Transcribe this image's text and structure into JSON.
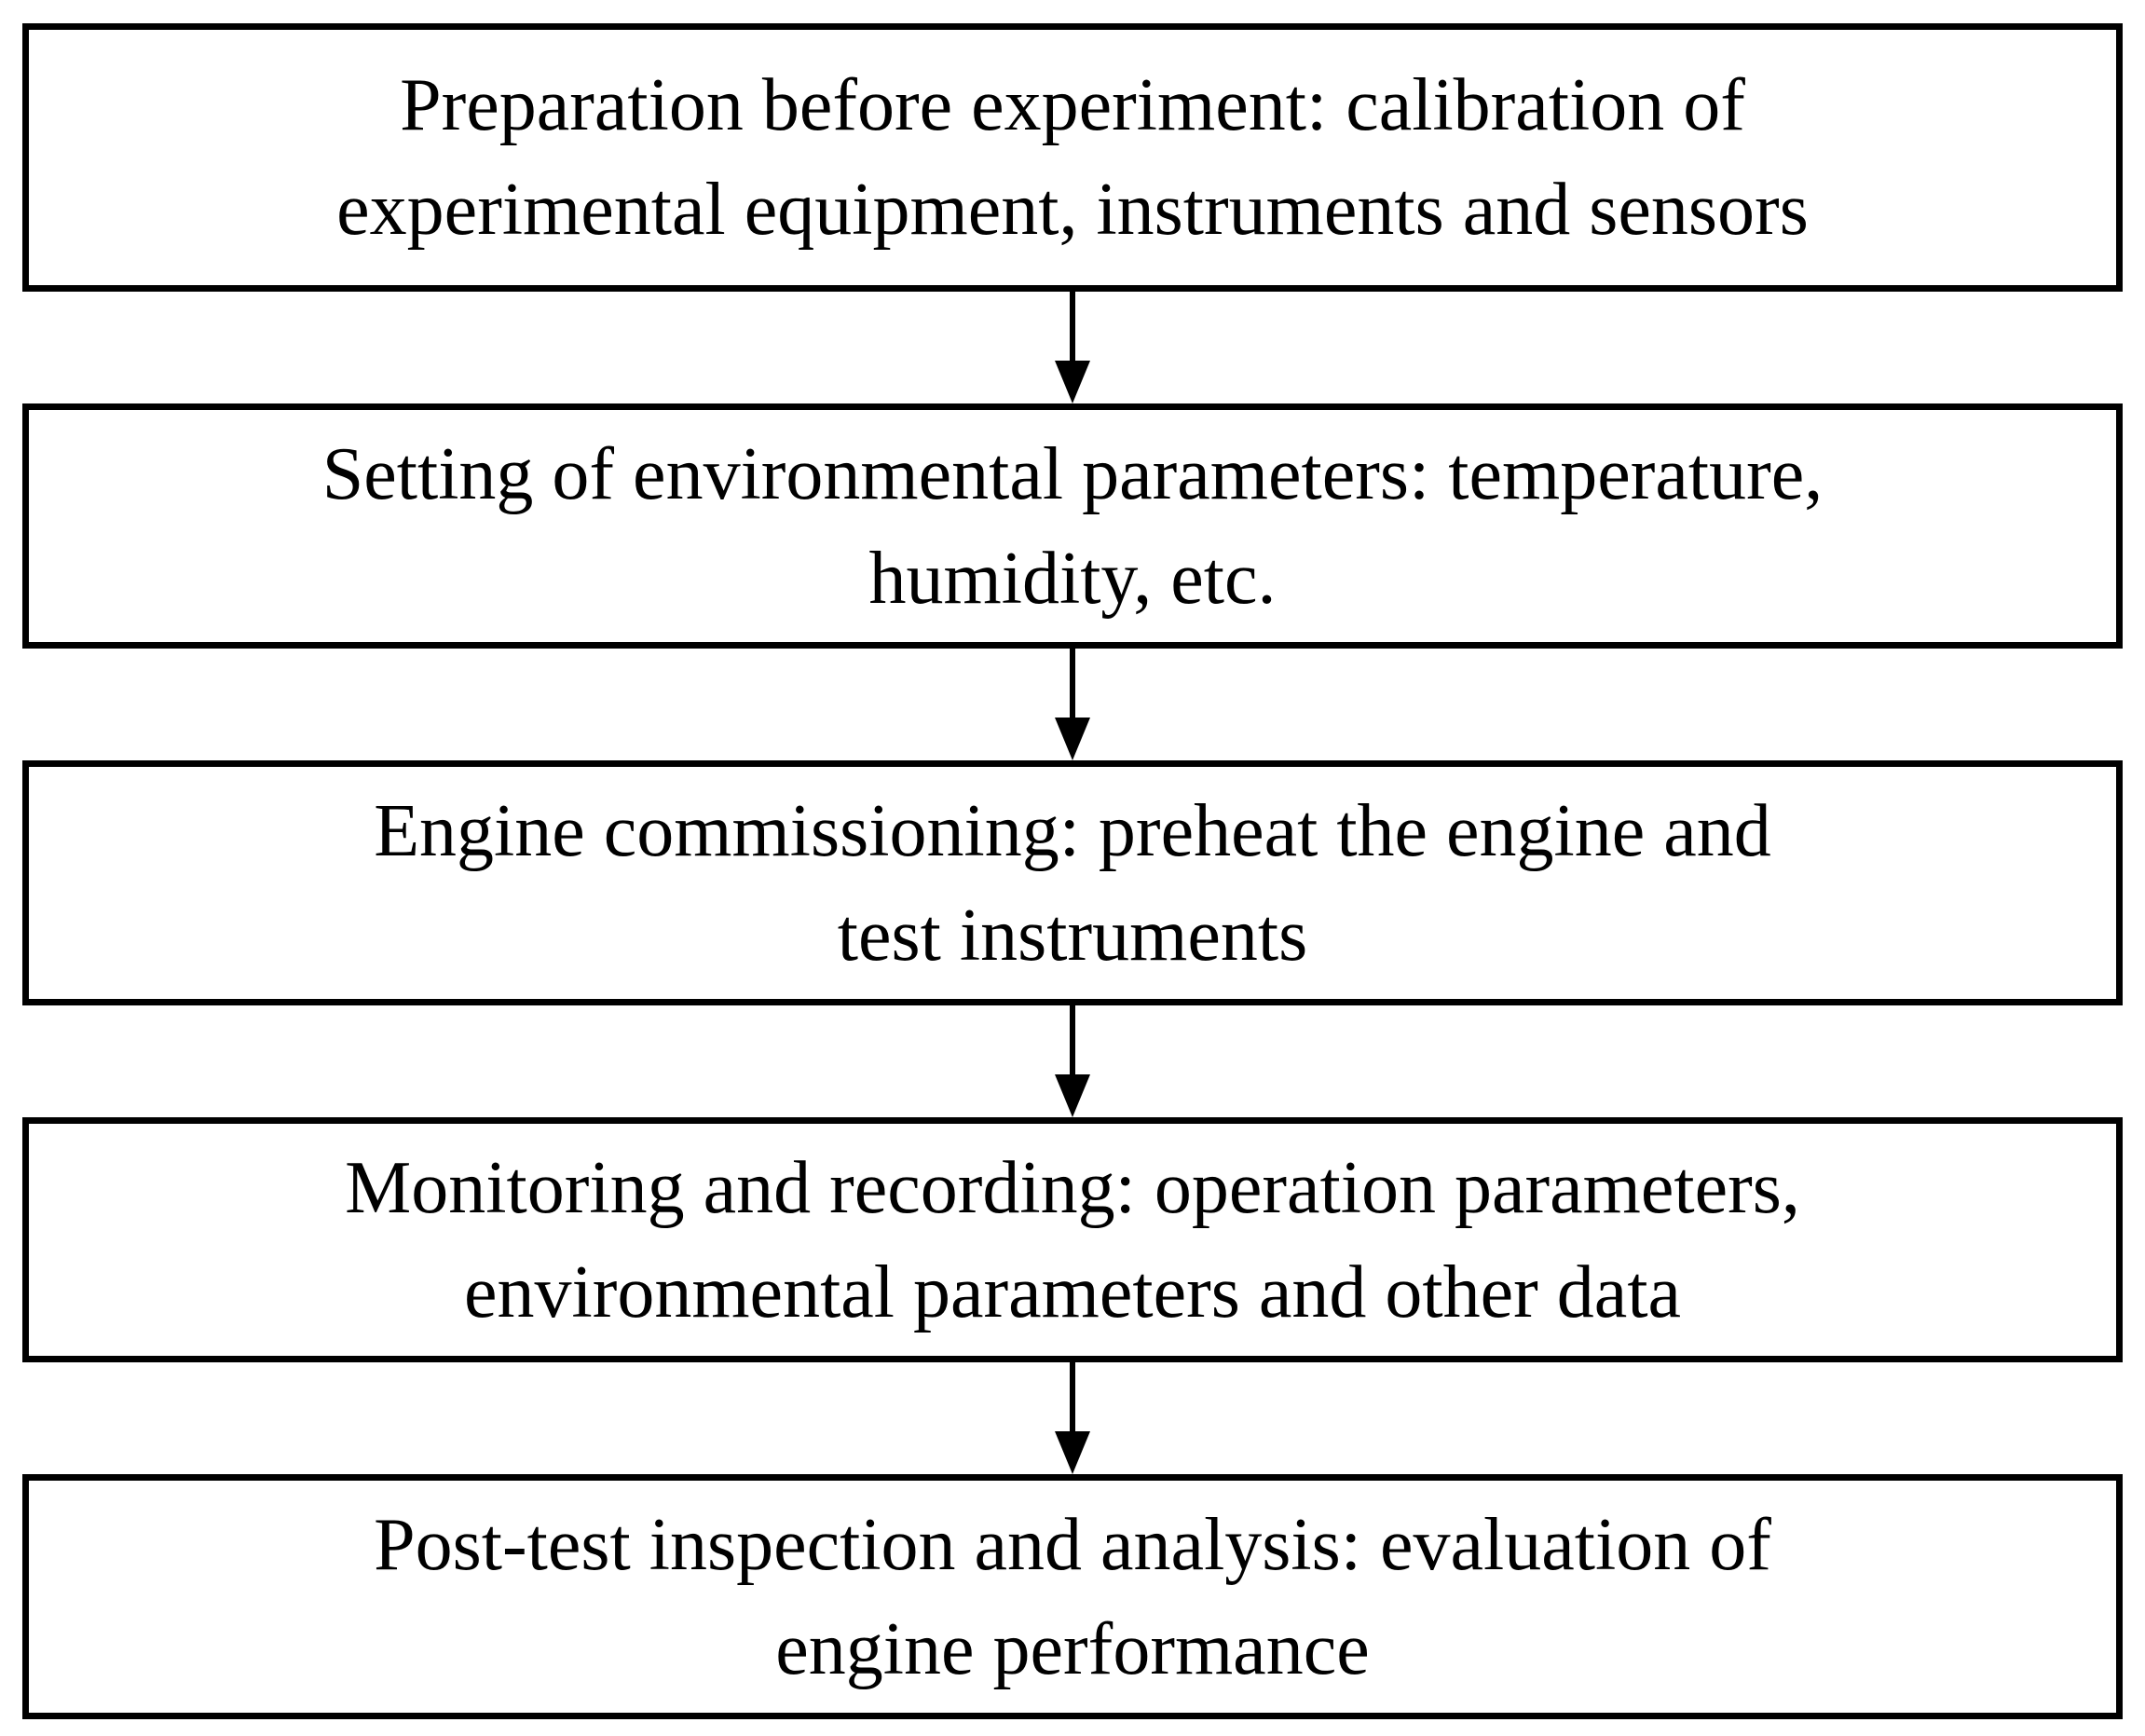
{
  "diagram": {
    "type": "flowchart",
    "background_color": "#ffffff",
    "border_color": "#000000",
    "text_color": "#000000",
    "steps": [
      {
        "id": 1,
        "text": "Preparation before experiment: calibration of experimental equipment, instruments and sensors",
        "lines": [
          "Preparation before experiment: calibration of",
          "experimental equipment, instruments and sensors"
        ]
      },
      {
        "id": 2,
        "text": "Setting of environmental parameters: temperature, humidity, etc.",
        "lines": [
          "Setting of environmental parameters: temperature,",
          "humidity, etc."
        ]
      },
      {
        "id": 3,
        "text": "Engine commissioning: preheat the engine and test instruments",
        "lines": [
          "Engine commissioning: preheat the engine and",
          "test instruments"
        ]
      },
      {
        "id": 4,
        "text": "Monitoring and recording: operation parameters, environmental parameters and other data",
        "lines": [
          "Monitoring and recording: operation parameters,",
          "environmental parameters and other data"
        ]
      },
      {
        "id": 5,
        "text": "Post-test inspection and analysis: evaluation of engine performance",
        "lines": [
          "Post-test inspection and analysis: evaluation of",
          "engine performance"
        ]
      }
    ],
    "connectors": [
      {
        "from": 1,
        "to": 2,
        "direction": "down"
      },
      {
        "from": 2,
        "to": 3,
        "direction": "down"
      },
      {
        "from": 3,
        "to": 4,
        "direction": "down"
      },
      {
        "from": 4,
        "to": 5,
        "direction": "down"
      }
    ]
  }
}
